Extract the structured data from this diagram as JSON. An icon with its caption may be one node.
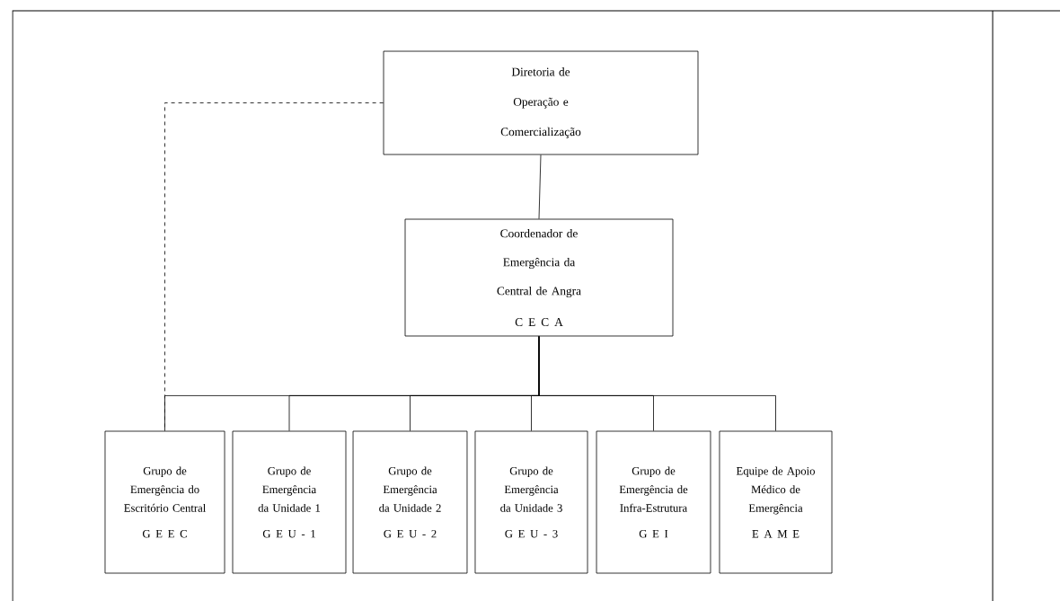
{
  "diagram": {
    "nodes": [
      {
        "text": [
          "Diretoria de Operação e Comercialização"
        ]
      },
      {
        "text": [
          "Coordenador de Emergência da Central de Angra",
          "C E C A"
        ]
      },
      {
        "text": [
          "Grupo de Emergência do Escritório Central",
          "G E E C"
        ]
      },
      {
        "text": [
          "Grupo de Emergência da Unidade 1",
          "G E U - 1"
        ]
      },
      {
        "text": [
          "Grupo de Emergência da Unidade 2",
          "G E U - 2"
        ]
      },
      {
        "text": [
          "Grupo de Emergência da Unidade 3",
          "G E U - 3"
        ]
      },
      {
        "text": [
          "Grupo de Emergência de Infra-Estrutura",
          "G E I"
        ]
      },
      {
        "text": [
          "Equipe de Apoio Médico de Emergência",
          "E A M E"
        ]
      }
    ],
    "edges": [
      {
        "from": 0,
        "to": 1,
        "arrow": "none"
      },
      {
        "from": 0,
        "to": 2,
        "arrow": "none",
        "style": "dashed"
      },
      {
        "from": 1,
        "to": 2,
        "arrow": "none"
      },
      {
        "from": 1,
        "to": 3,
        "arrow": "none"
      },
      {
        "from": 1,
        "to": 4,
        "arrow": "none"
      },
      {
        "from": 1,
        "to": 5,
        "arrow": "none"
      },
      {
        "from": 1,
        "to": 6,
        "arrow": "none"
      },
      {
        "from": 1,
        "to": 7,
        "arrow": "none"
      }
    ]
  }
}
